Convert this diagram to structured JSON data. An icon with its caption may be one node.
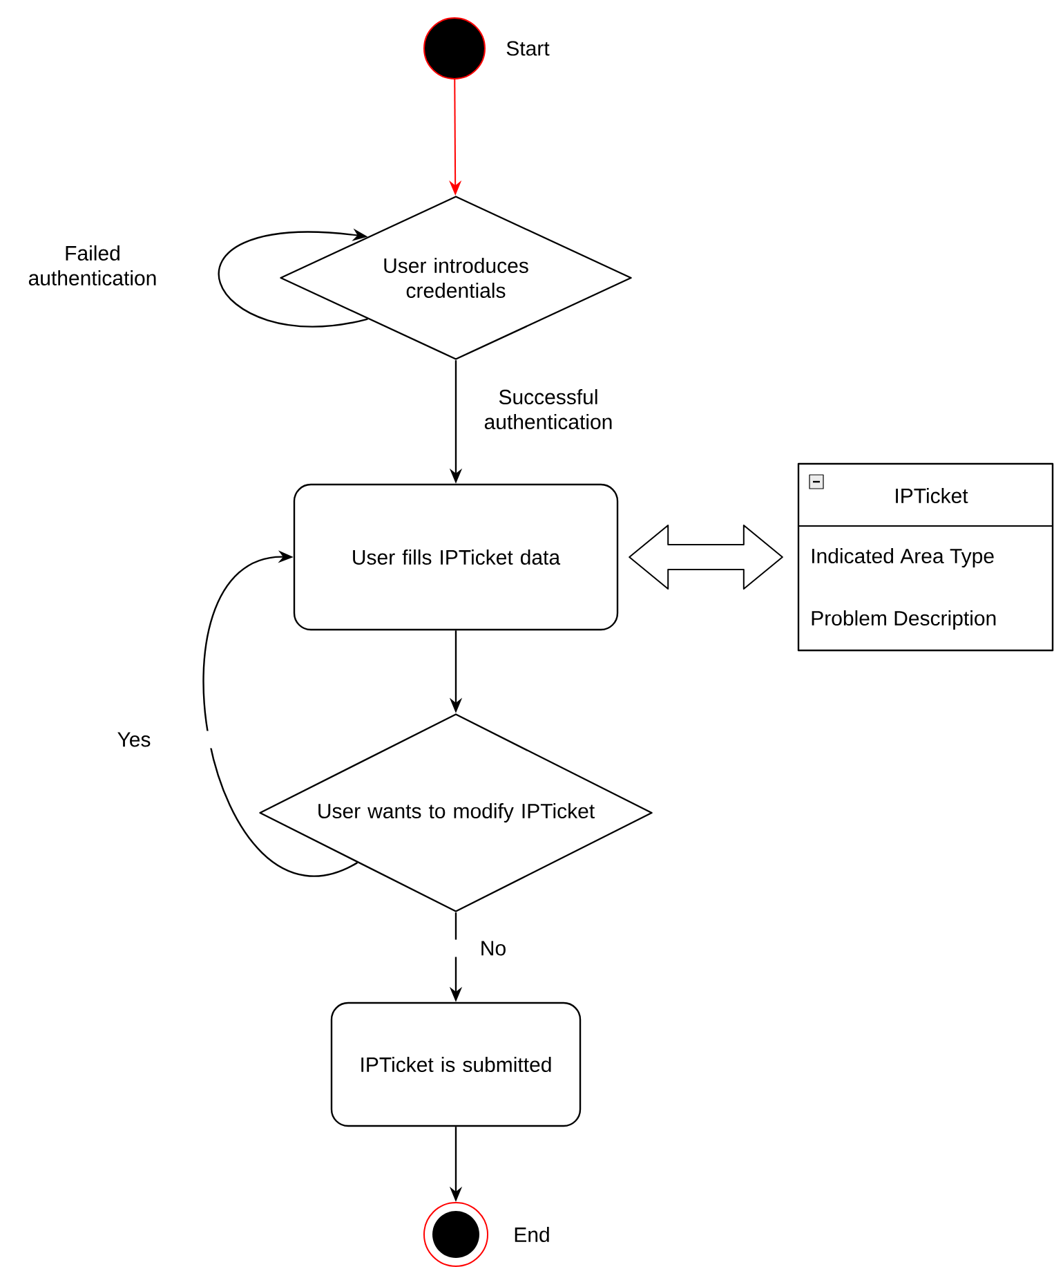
{
  "diagram": {
    "nodes": [
      {
        "text": [],
        "shape": "circle",
        "beside": [
          "Start"
        ]
      },
      {
        "text": [
          "User introduces credentials"
        ]
      },
      {
        "text": [
          "User fills IPTicket data"
        ]
      },
      {
        "text": [
          "IPTicket",
          "Indicated Area Type",
          "Problem Description"
        ]
      },
      {
        "text": [
          "User wants to modify IPTicket"
        ]
      },
      {
        "text": [
          "IPTicket is submitted"
        ]
      },
      {
        "text": [],
        "shape": "circle",
        "beside": [
          "End"
        ]
      }
    ],
    "edges": [
      {
        "from": 0,
        "to": 1,
        "arrow": "to",
        "color": "#ff0000"
      },
      {
        "from": 1,
        "to": 1,
        "arrow": "to",
        "label": "Failed authentication"
      },
      {
        "from": 1,
        "to": 2,
        "arrow": "to",
        "label": "Successful authentication"
      },
      {
        "from": 2,
        "to": 3,
        "arrow": "both"
      },
      {
        "from": 2,
        "to": 4,
        "arrow": "to"
      },
      {
        "from": 4,
        "to": 2,
        "arrow": "to",
        "label": "Yes"
      },
      {
        "from": 4,
        "to": 5,
        "arrow": "to",
        "label": "No"
      },
      {
        "from": 5,
        "to": 6,
        "arrow": "to"
      }
    ]
  }
}
